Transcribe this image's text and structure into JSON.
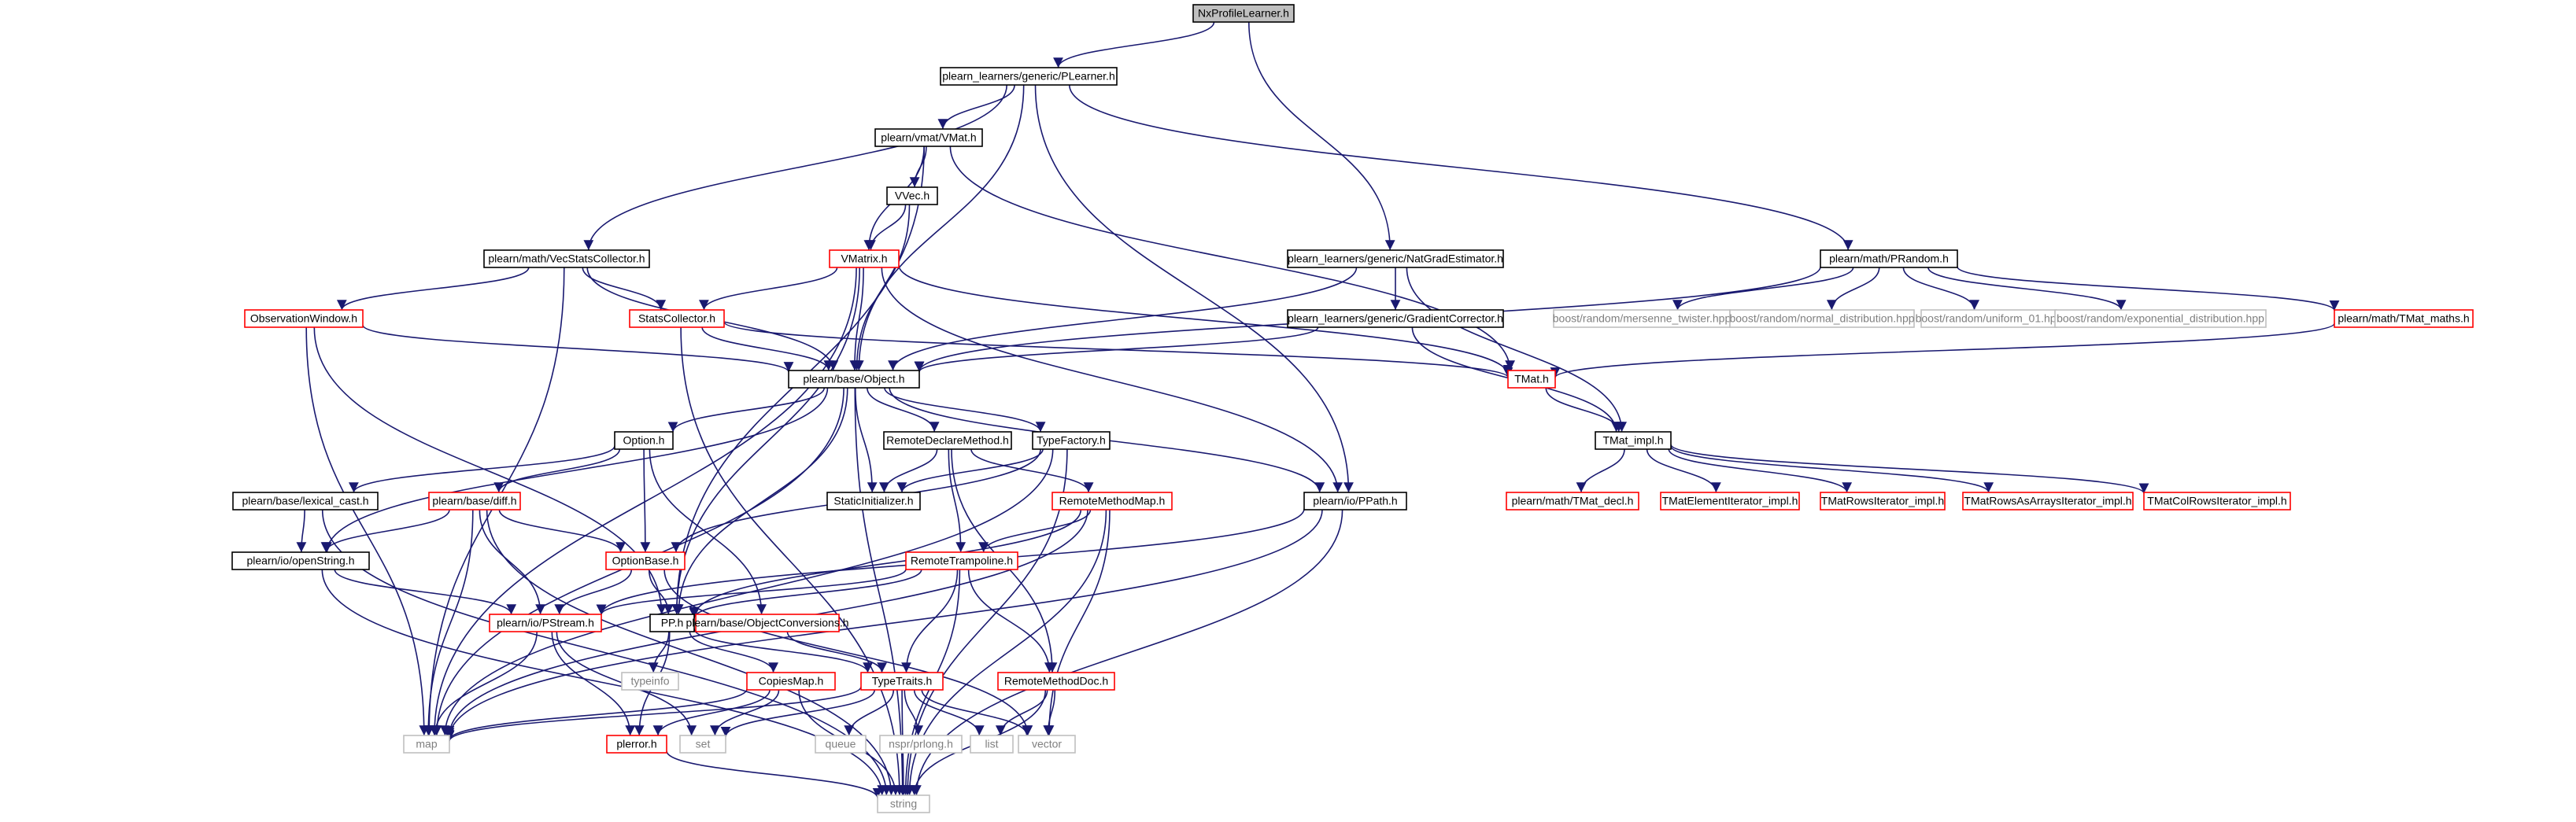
{
  "colors": {
    "edge": "#191970",
    "root_fill": "#bfbfbf",
    "root_border": "#000000",
    "normal_border": "#000000",
    "truncated_border": "#ff0000",
    "external_border": "#bfbfbf",
    "external_text": "#7f7f7f",
    "text": "#000000"
  },
  "nodes": [
    {
      "id": "nx",
      "label": "NxProfileLearner.h",
      "kind": "root"
    },
    {
      "id": "plearner",
      "label": "plearn_learners/generic/PLearner.h",
      "kind": "normal"
    },
    {
      "id": "vmat",
      "label": "plearn/vmat/VMat.h",
      "kind": "normal"
    },
    {
      "id": "vvec",
      "label": "VVec.h",
      "kind": "normal"
    },
    {
      "id": "vmatrix",
      "label": "VMatrix.h",
      "kind": "truncated"
    },
    {
      "id": "vecstats",
      "label": "plearn/math/VecStatsCollector.h",
      "kind": "normal"
    },
    {
      "id": "obswin",
      "label": "ObservationWindow.h",
      "kind": "truncated"
    },
    {
      "id": "statscol",
      "label": "StatsCollector.h",
      "kind": "truncated"
    },
    {
      "id": "natgrad",
      "label": "plearn_learners/generic/NatGradEstimator.h",
      "kind": "normal"
    },
    {
      "id": "gradcorr",
      "label": "plearn_learners/generic/GradientCorrector.h",
      "kind": "normal"
    },
    {
      "id": "prandom",
      "label": "plearn/math/PRandom.h",
      "kind": "normal"
    },
    {
      "id": "mersenne",
      "label": "boost/random/mersenne_twister.hpp",
      "kind": "external"
    },
    {
      "id": "normal",
      "label": "boost/random/normal_distribution.hpp",
      "kind": "external"
    },
    {
      "id": "uniform",
      "label": "boost/random/uniform_01.hpp",
      "kind": "external"
    },
    {
      "id": "expon",
      "label": "boost/random/exponential_distribution.hpp",
      "kind": "external"
    },
    {
      "id": "tmatmaths",
      "label": "plearn/math/TMat_maths.h",
      "kind": "truncated"
    },
    {
      "id": "object",
      "label": "plearn/base/Object.h",
      "kind": "normal"
    },
    {
      "id": "tmat",
      "label": "TMat.h",
      "kind": "truncated"
    },
    {
      "id": "tmatimpl",
      "label": "TMat_impl.h",
      "kind": "normal"
    },
    {
      "id": "tmatdecl",
      "label": "plearn/math/TMat_decl.h",
      "kind": "truncated"
    },
    {
      "id": "tmatelem",
      "label": "TMatElementIterator_impl.h",
      "kind": "truncated"
    },
    {
      "id": "tmatrows",
      "label": "TMatRowsIterator_impl.h",
      "kind": "truncated"
    },
    {
      "id": "tmatrowsarr",
      "label": "TMatRowsAsArraysIterator_impl.h",
      "kind": "truncated"
    },
    {
      "id": "tmatcol",
      "label": "TMatColRowsIterator_impl.h",
      "kind": "truncated"
    },
    {
      "id": "option",
      "label": "Option.h",
      "kind": "normal"
    },
    {
      "id": "remotedecl",
      "label": "RemoteDeclareMethod.h",
      "kind": "normal"
    },
    {
      "id": "typefactory",
      "label": "TypeFactory.h",
      "kind": "normal"
    },
    {
      "id": "lexcast",
      "label": "plearn/base/lexical_cast.h",
      "kind": "normal"
    },
    {
      "id": "diff",
      "label": "plearn/base/diff.h",
      "kind": "truncated"
    },
    {
      "id": "staticinit",
      "label": "StaticInitializer.h",
      "kind": "normal"
    },
    {
      "id": "remotemethodmap",
      "label": "RemoteMethodMap.h",
      "kind": "truncated"
    },
    {
      "id": "ppath",
      "label": "plearn/io/PPath.h",
      "kind": "normal"
    },
    {
      "id": "openstring",
      "label": "plearn/io/openString.h",
      "kind": "normal"
    },
    {
      "id": "optionbase",
      "label": "OptionBase.h",
      "kind": "truncated"
    },
    {
      "id": "remotetramp",
      "label": "RemoteTrampoline.h",
      "kind": "truncated"
    },
    {
      "id": "pstream",
      "label": "plearn/io/PStream.h",
      "kind": "truncated"
    },
    {
      "id": "pp",
      "label": "PP.h",
      "kind": "normal"
    },
    {
      "id": "objconv",
      "label": "plearn/base/ObjectConversions.h",
      "kind": "truncated"
    },
    {
      "id": "typeinfo",
      "label": "typeinfo",
      "kind": "external"
    },
    {
      "id": "copiesmap",
      "label": "CopiesMap.h",
      "kind": "truncated"
    },
    {
      "id": "typetraits",
      "label": "TypeTraits.h",
      "kind": "truncated"
    },
    {
      "id": "remotemethoddoc",
      "label": "RemoteMethodDoc.h",
      "kind": "truncated"
    },
    {
      "id": "map",
      "label": "map",
      "kind": "external"
    },
    {
      "id": "set",
      "label": "set",
      "kind": "external"
    },
    {
      "id": "plerror",
      "label": "plerror.h",
      "kind": "truncated"
    },
    {
      "id": "queue",
      "label": "queue",
      "kind": "external"
    },
    {
      "id": "nspr",
      "label": "nspr/prlong.h",
      "kind": "external"
    },
    {
      "id": "list",
      "label": "list",
      "kind": "external"
    },
    {
      "id": "vector",
      "label": "vector",
      "kind": "external"
    },
    {
      "id": "string",
      "label": "string",
      "kind": "external"
    }
  ],
  "edges": [
    [
      "nx",
      "plearner"
    ],
    [
      "nx",
      "natgrad"
    ],
    [
      "plearner",
      "vmat"
    ],
    [
      "plearner",
      "vecstats"
    ],
    [
      "plearner",
      "object"
    ],
    [
      "plearner",
      "prandom"
    ],
    [
      "plearner",
      "ppath"
    ],
    [
      "vmat",
      "vvec"
    ],
    [
      "vmat",
      "vmatrix"
    ],
    [
      "vmat",
      "pp"
    ],
    [
      "vmat",
      "tmat"
    ],
    [
      "vvec",
      "vmatrix"
    ],
    [
      "vvec",
      "object"
    ],
    [
      "vmatrix",
      "statscol"
    ],
    [
      "vmatrix",
      "object"
    ],
    [
      "vmatrix",
      "pp"
    ],
    [
      "vmatrix",
      "tmat"
    ],
    [
      "vmatrix",
      "ppath"
    ],
    [
      "vmatrix",
      "map"
    ],
    [
      "vecstats",
      "obswin"
    ],
    [
      "vecstats",
      "statscol"
    ],
    [
      "vecstats",
      "object"
    ],
    [
      "vecstats",
      "map"
    ],
    [
      "obswin",
      "object"
    ],
    [
      "obswin",
      "map"
    ],
    [
      "obswin",
      "pp"
    ],
    [
      "statscol",
      "object"
    ],
    [
      "statscol",
      "tmat"
    ],
    [
      "statscol",
      "string"
    ],
    [
      "natgrad",
      "gradcorr"
    ],
    [
      "natgrad",
      "object"
    ],
    [
      "natgrad",
      "tmatimpl"
    ],
    [
      "gradcorr",
      "object"
    ],
    [
      "gradcorr",
      "tmatimpl"
    ],
    [
      "prandom",
      "object"
    ],
    [
      "prandom",
      "mersenne"
    ],
    [
      "prandom",
      "normal"
    ],
    [
      "prandom",
      "uniform"
    ],
    [
      "prandom",
      "expon"
    ],
    [
      "prandom",
      "tmatmaths"
    ],
    [
      "tmatmaths",
      "tmat"
    ],
    [
      "tmat",
      "tmatimpl"
    ],
    [
      "tmatimpl",
      "tmatdecl"
    ],
    [
      "tmatimpl",
      "tmatelem"
    ],
    [
      "tmatimpl",
      "tmatrows"
    ],
    [
      "tmatimpl",
      "tmatrowsarr"
    ],
    [
      "tmatimpl",
      "tmatcol"
    ],
    [
      "object",
      "option"
    ],
    [
      "object",
      "remotedecl"
    ],
    [
      "object",
      "typefactory"
    ],
    [
      "object",
      "staticinit"
    ],
    [
      "object",
      "ppath"
    ],
    [
      "object",
      "pp"
    ],
    [
      "object",
      "openstring"
    ],
    [
      "object",
      "map"
    ],
    [
      "object",
      "string"
    ],
    [
      "option",
      "lexcast"
    ],
    [
      "option",
      "diff"
    ],
    [
      "option",
      "optionbase"
    ],
    [
      "option",
      "objconv"
    ],
    [
      "remotedecl",
      "staticinit"
    ],
    [
      "remotedecl",
      "remotemethodmap"
    ],
    [
      "remotedecl",
      "remotetramp"
    ],
    [
      "remotedecl",
      "remotemethoddoc"
    ],
    [
      "typefactory",
      "staticinit"
    ],
    [
      "typefactory",
      "optionbase"
    ],
    [
      "typefactory",
      "map"
    ],
    [
      "typefactory",
      "string"
    ],
    [
      "lexcast",
      "openstring"
    ],
    [
      "lexcast",
      "string"
    ],
    [
      "diff",
      "openstring"
    ],
    [
      "diff",
      "optionbase"
    ],
    [
      "diff",
      "pstream"
    ],
    [
      "diff",
      "map"
    ],
    [
      "diff",
      "string"
    ],
    [
      "remotemethodmap",
      "pp"
    ],
    [
      "remotemethodmap",
      "remotetramp"
    ],
    [
      "remotemethodmap",
      "map"
    ],
    [
      "remotemethodmap",
      "string"
    ],
    [
      "remotemethodmap",
      "vector"
    ],
    [
      "ppath",
      "pstream"
    ],
    [
      "ppath",
      "string"
    ],
    [
      "ppath",
      "map"
    ],
    [
      "openstring",
      "pstream"
    ],
    [
      "openstring",
      "string"
    ],
    [
      "optionbase",
      "pstream"
    ],
    [
      "optionbase",
      "pp"
    ],
    [
      "optionbase",
      "vector"
    ],
    [
      "remotetramp",
      "pp"
    ],
    [
      "remotetramp",
      "typetraits"
    ],
    [
      "remotetramp",
      "remotemethoddoc"
    ],
    [
      "remotetramp",
      "pstream"
    ],
    [
      "remotetramp",
      "string"
    ],
    [
      "pstream",
      "map"
    ],
    [
      "pstream",
      "set"
    ],
    [
      "pstream",
      "plerror"
    ],
    [
      "pp",
      "typeinfo"
    ],
    [
      "pp",
      "copiesmap"
    ],
    [
      "pp",
      "typetraits"
    ],
    [
      "pp",
      "plerror"
    ],
    [
      "objconv",
      "typetraits"
    ],
    [
      "copiesmap",
      "map"
    ],
    [
      "copiesmap",
      "set"
    ],
    [
      "copiesmap",
      "plerror"
    ],
    [
      "copiesmap",
      "string"
    ],
    [
      "typetraits",
      "queue"
    ],
    [
      "typetraits",
      "nspr"
    ],
    [
      "typetraits",
      "list"
    ],
    [
      "typetraits",
      "vector"
    ],
    [
      "typetraits",
      "set"
    ],
    [
      "typetraits",
      "map"
    ],
    [
      "typetraits",
      "string"
    ],
    [
      "remotemethoddoc",
      "list"
    ],
    [
      "remotemethoddoc",
      "vector"
    ],
    [
      "remotemethoddoc",
      "string"
    ],
    [
      "plerror",
      "string"
    ]
  ]
}
